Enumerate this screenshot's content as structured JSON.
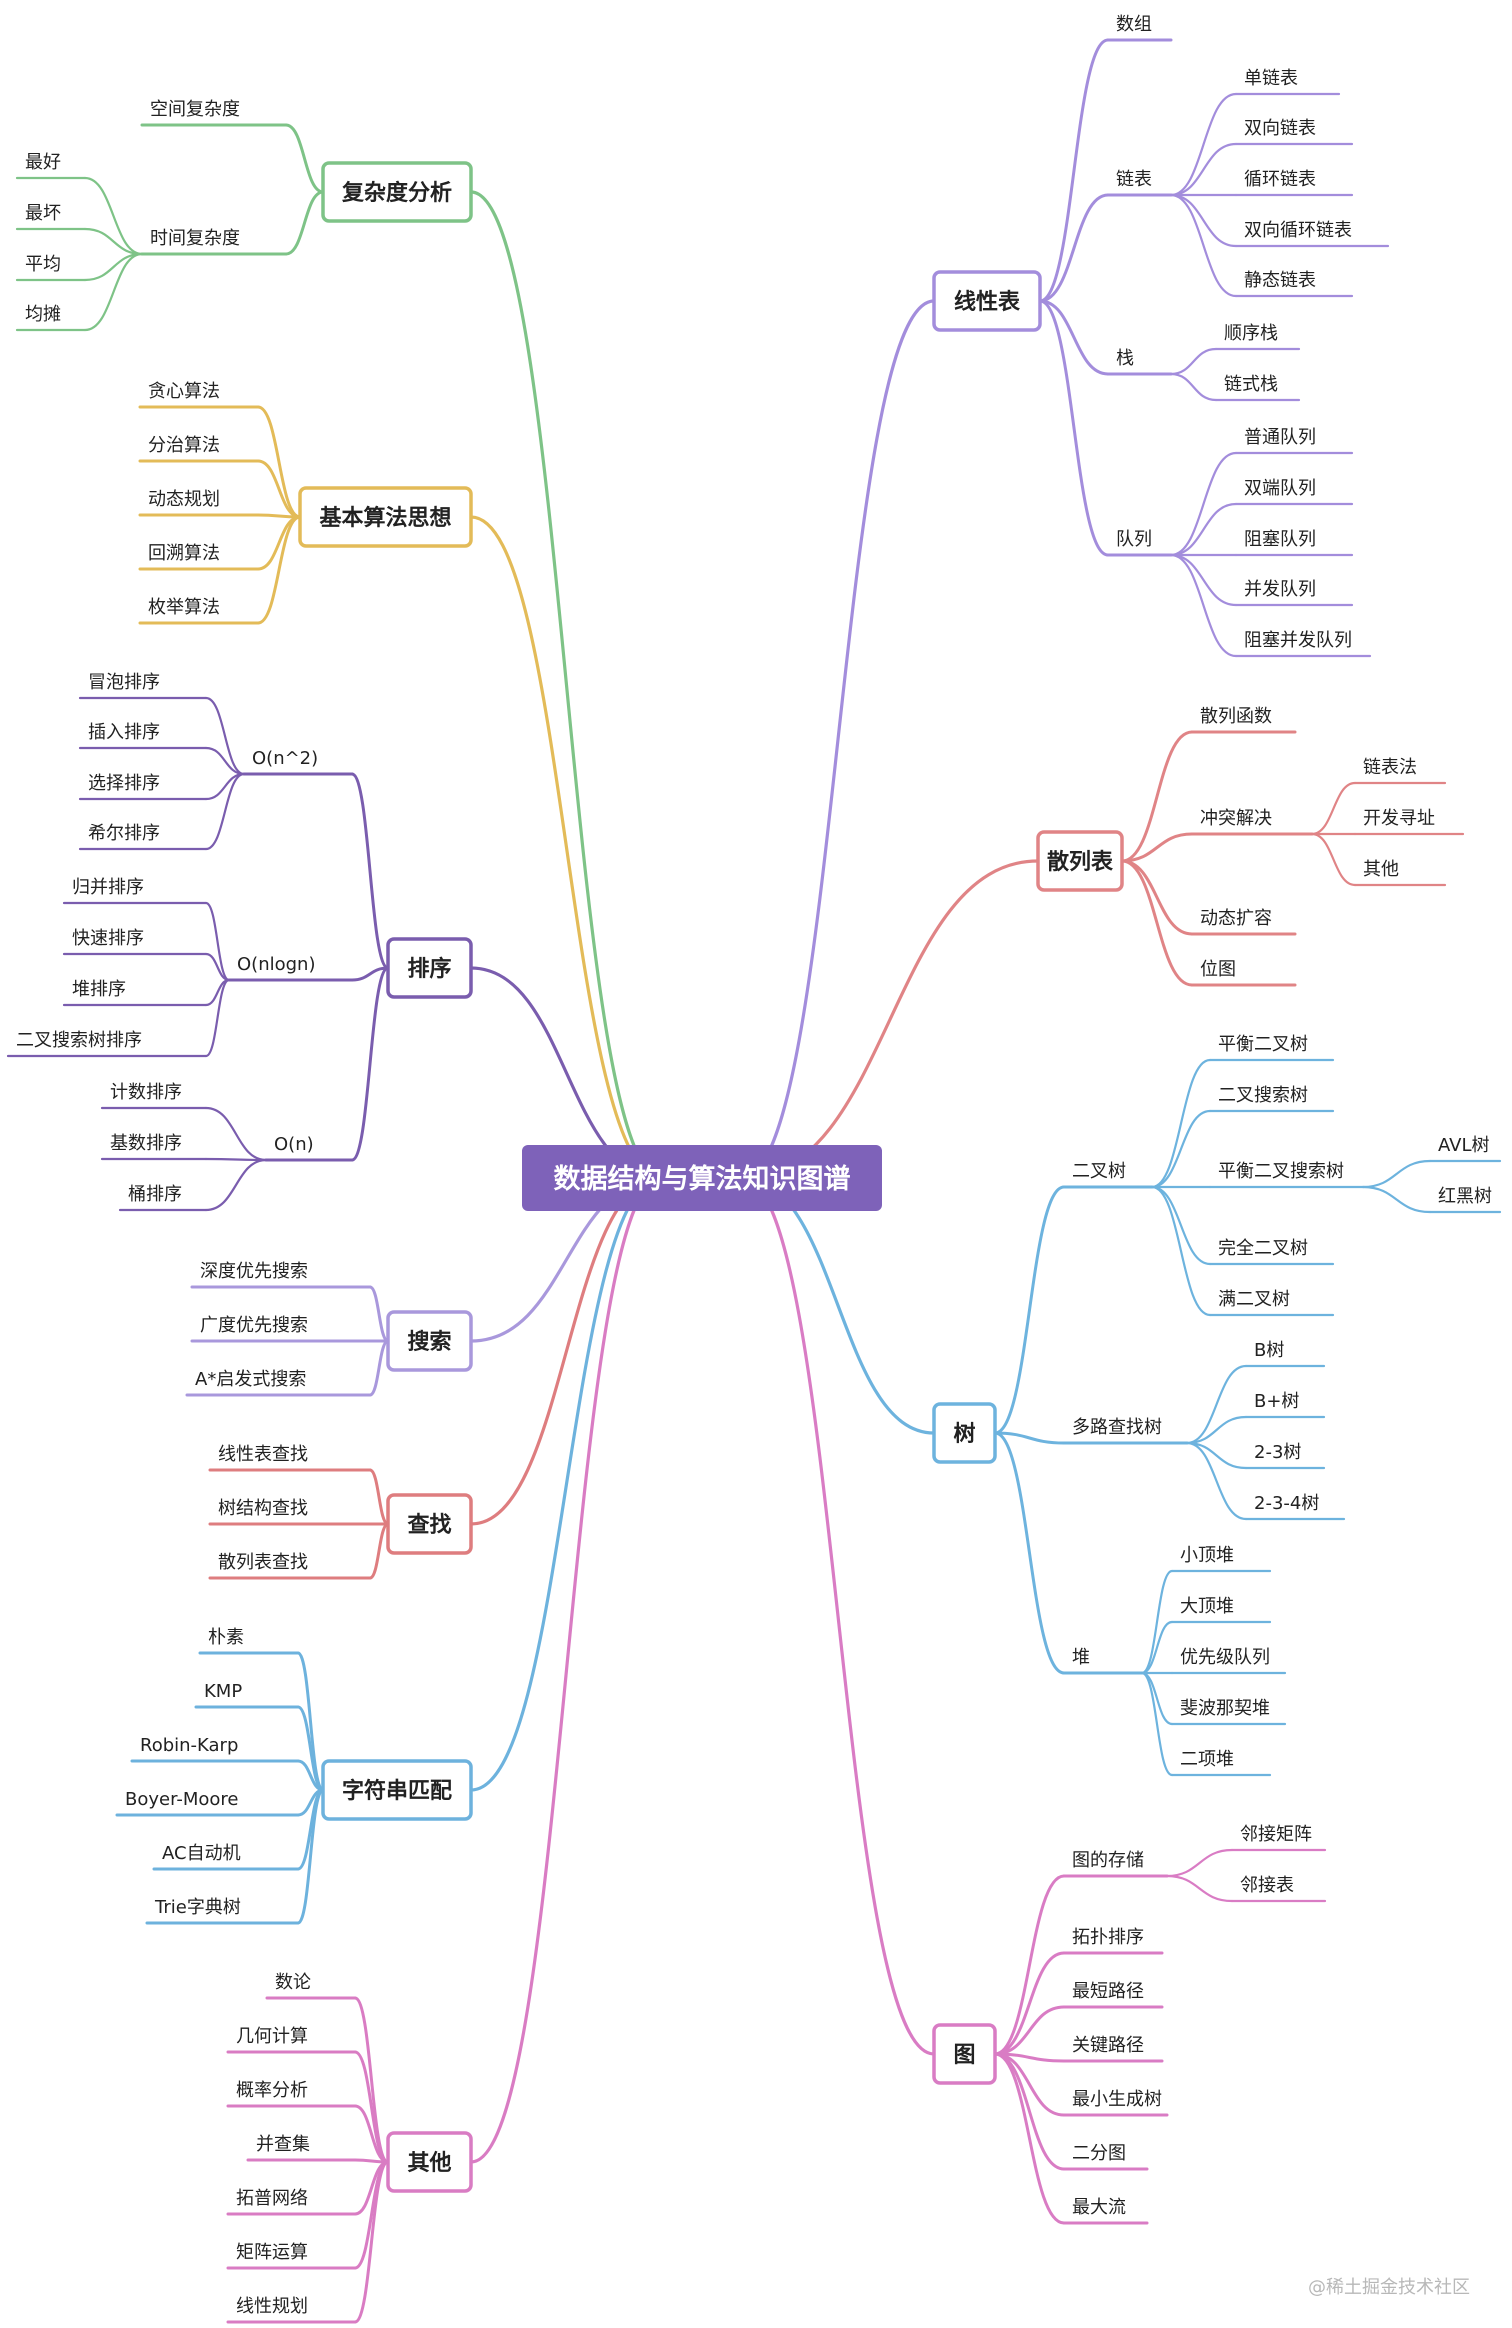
{
  "root": "数据结构与算法知识图谱",
  "watermark": "@稀土掘金技术社区",
  "branches": [
    {
      "id": "complexity",
      "label": "复杂度分析",
      "color": "#7ec387",
      "children": [
        {
          "id": "space",
          "label": "空间复杂度"
        },
        {
          "id": "time",
          "label": "时间复杂度",
          "children": [
            {
              "id": "best",
              "label": "最好"
            },
            {
              "id": "worst",
              "label": "最坏"
            },
            {
              "id": "avg",
              "label": "平均"
            },
            {
              "id": "amortized",
              "label": "均摊"
            }
          ]
        }
      ]
    },
    {
      "id": "algo-ideas",
      "label": "基本算法思想",
      "color": "#e3bb58",
      "children": [
        {
          "id": "greedy",
          "label": "贪心算法"
        },
        {
          "id": "divide",
          "label": "分治算法"
        },
        {
          "id": "dp",
          "label": "动态规划"
        },
        {
          "id": "backtrack",
          "label": "回溯算法"
        },
        {
          "id": "enum",
          "label": "枚举算法"
        }
      ]
    },
    {
      "id": "sorting",
      "label": "排序",
      "color": "#7a5dae",
      "children": [
        {
          "id": "on2",
          "label": "O(n^2)",
          "children": [
            {
              "id": "bubble",
              "label": "冒泡排序"
            },
            {
              "id": "insertion",
              "label": "插入排序"
            },
            {
              "id": "selection",
              "label": "选择排序"
            },
            {
              "id": "shell",
              "label": "希尔排序"
            }
          ]
        },
        {
          "id": "onlogn",
          "label": "O(nlogn)",
          "children": [
            {
              "id": "merge",
              "label": "归并排序"
            },
            {
              "id": "quick",
              "label": "快速排序"
            },
            {
              "id": "heapsort",
              "label": "堆排序"
            },
            {
              "id": "bst-sort",
              "label": "二叉搜索树排序"
            }
          ]
        },
        {
          "id": "on",
          "label": "O(n)",
          "children": [
            {
              "id": "counting",
              "label": "计数排序"
            },
            {
              "id": "radix",
              "label": "基数排序"
            },
            {
              "id": "bucket",
              "label": "桶排序"
            }
          ]
        }
      ]
    },
    {
      "id": "search",
      "label": "搜索",
      "color": "#a998dc",
      "children": [
        {
          "id": "dfs",
          "label": "深度优先搜索"
        },
        {
          "id": "bfs",
          "label": "广度优先搜索"
        },
        {
          "id": "astar",
          "label": "A*启发式搜索"
        }
      ]
    },
    {
      "id": "lookup",
      "label": "查找",
      "color": "#de7d7f",
      "children": [
        {
          "id": "linear-lookup",
          "label": "线性表查找"
        },
        {
          "id": "tree-lookup",
          "label": "树结构查找"
        },
        {
          "id": "hash-lookup",
          "label": "散列表查找"
        }
      ]
    },
    {
      "id": "string-match",
      "label": "字符串匹配",
      "color": "#6db2dd",
      "children": [
        {
          "id": "naive",
          "label": "朴素"
        },
        {
          "id": "kmp",
          "label": "KMP"
        },
        {
          "id": "rk",
          "label": "Robin-Karp"
        },
        {
          "id": "bm",
          "label": "Boyer-Moore"
        },
        {
          "id": "ac",
          "label": "AC自动机"
        },
        {
          "id": "trie",
          "label": "Trie字典树"
        }
      ]
    },
    {
      "id": "others",
      "label": "其他",
      "color": "#d97cc3",
      "children": [
        {
          "id": "number-theory",
          "label": "数论"
        },
        {
          "id": "geometry",
          "label": "几何计算"
        },
        {
          "id": "probability",
          "label": "概率分析"
        },
        {
          "id": "union-find",
          "label": "并查集"
        },
        {
          "id": "topo-network",
          "label": "拓普网络"
        },
        {
          "id": "matrix",
          "label": "矩阵运算"
        },
        {
          "id": "lp",
          "label": "线性规划"
        }
      ]
    },
    {
      "id": "linear-list",
      "label": "线性表",
      "color": "#a38ddc",
      "children": [
        {
          "id": "array",
          "label": "数组"
        },
        {
          "id": "linked-list",
          "label": "链表",
          "children": [
            {
              "id": "single-ll",
              "label": "单链表"
            },
            {
              "id": "double-ll",
              "label": "双向链表"
            },
            {
              "id": "circular-ll",
              "label": "循环链表"
            },
            {
              "id": "double-circular-ll",
              "label": "双向循环链表"
            },
            {
              "id": "static-ll",
              "label": "静态链表"
            }
          ]
        },
        {
          "id": "stack",
          "label": "栈",
          "children": [
            {
              "id": "seq-stack",
              "label": "顺序栈"
            },
            {
              "id": "linked-stack",
              "label": "链式栈"
            }
          ]
        },
        {
          "id": "queue",
          "label": "队列",
          "children": [
            {
              "id": "normal-queue",
              "label": "普通队列"
            },
            {
              "id": "deque",
              "label": "双端队列"
            },
            {
              "id": "blocking-queue",
              "label": "阻塞队列"
            },
            {
              "id": "concurrent-queue",
              "label": "并发队列"
            },
            {
              "id": "blocking-concurrent-queue",
              "label": "阻塞并发队列"
            }
          ]
        }
      ]
    },
    {
      "id": "hash-table",
      "label": "散列表",
      "color": "#e08486",
      "children": [
        {
          "id": "hash-func",
          "label": "散列函数"
        },
        {
          "id": "collision",
          "label": "冲突解决",
          "children": [
            {
              "id": "chaining",
              "label": "链表法"
            },
            {
              "id": "open-addressing",
              "label": "开发寻址"
            },
            {
              "id": "collision-other",
              "label": "其他"
            }
          ]
        },
        {
          "id": "dynamic-resize",
          "label": "动态扩容"
        },
        {
          "id": "bitmap",
          "label": "位图"
        }
      ]
    },
    {
      "id": "tree",
      "label": "树",
      "color": "#6db3de",
      "children": [
        {
          "id": "binary-tree",
          "label": "二叉树",
          "children": [
            {
              "id": "balanced-bt",
              "label": "平衡二叉树"
            },
            {
              "id": "bst",
              "label": "二叉搜索树"
            },
            {
              "id": "balanced-bst",
              "label": "平衡二叉搜索树",
              "children": [
                {
                  "id": "avl",
                  "label": "AVL树"
                },
                {
                  "id": "rbt",
                  "label": "红黑树"
                }
              ]
            },
            {
              "id": "complete-bt",
              "label": "完全二叉树"
            },
            {
              "id": "full-bt",
              "label": "满二叉树"
            }
          ]
        },
        {
          "id": "multiway-tree",
          "label": "多路查找树",
          "children": [
            {
              "id": "btree",
              "label": "B树"
            },
            {
              "id": "bplustree",
              "label": "B+树"
            },
            {
              "id": "tree23",
              "label": "2-3树"
            },
            {
              "id": "tree234",
              "label": "2-3-4树"
            }
          ]
        },
        {
          "id": "heap",
          "label": "堆",
          "children": [
            {
              "id": "min-heap",
              "label": "小顶堆"
            },
            {
              "id": "max-heap",
              "label": "大顶堆"
            },
            {
              "id": "priority-queue",
              "label": "优先级队列"
            },
            {
              "id": "fibonacci-heap",
              "label": "斐波那契堆"
            },
            {
              "id": "binomial-heap",
              "label": "二项堆"
            }
          ]
        }
      ]
    },
    {
      "id": "graph",
      "label": "图",
      "color": "#d97cc4",
      "children": [
        {
          "id": "graph-storage",
          "label": "图的存储",
          "children": [
            {
              "id": "adj-matrix",
              "label": "邻接矩阵"
            },
            {
              "id": "adj-list",
              "label": "邻接表"
            }
          ]
        },
        {
          "id": "topo-sort",
          "label": "拓扑排序"
        },
        {
          "id": "shortest-path",
          "label": "最短路径"
        },
        {
          "id": "critical-path",
          "label": "关键路径"
        },
        {
          "id": "mst",
          "label": "最小生成树"
        },
        {
          "id": "bipartite",
          "label": "二分图"
        },
        {
          "id": "max-flow",
          "label": "最大流"
        }
      ]
    }
  ]
}
